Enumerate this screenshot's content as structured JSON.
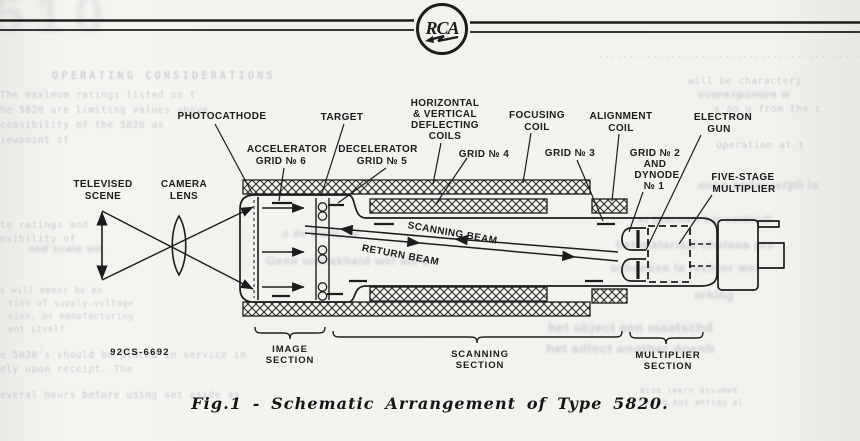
{
  "header": {
    "logo": "RCA"
  },
  "figure": {
    "caption": "Fig.1 - Schematic Arrangement of Type 5820.",
    "drawing_number": "92CS-6692",
    "labels": {
      "televised_scene": [
        "TELEVISED",
        "SCENE"
      ],
      "camera_lens": [
        "CAMERA",
        "LENS"
      ],
      "photocathode": "PHOTOCATHODE",
      "accelerator_grid": [
        "ACCELERATOR",
        "GRID № 6"
      ],
      "target": "TARGET",
      "decelerator_grid": [
        "DECELERATOR",
        "GRID № 5"
      ],
      "deflecting_coils": [
        "HORIZONTAL",
        "& VERTICAL",
        "DEFLECTING",
        "COILS"
      ],
      "grid4": "GRID № 4",
      "focusing_coil": [
        "FOCUSING",
        "COIL"
      ],
      "grid3": "GRID № 3",
      "alignment_coil": [
        "ALIGNMENT",
        "COIL"
      ],
      "grid2_dynode1": [
        "GRID № 2",
        "AND",
        "DYNODE",
        "№ 1"
      ],
      "electron_gun": [
        "ELECTRON",
        "GUN"
      ],
      "five_stage_multiplier": [
        "FIVE-STAGE",
        "MULTIPLIER"
      ],
      "scanning_beam": "SCANNING BEAM",
      "return_beam": "RETURN BEAM"
    },
    "sections": {
      "image": [
        "IMAGE",
        "SECTION"
      ],
      "scanning": [
        "SCANNING",
        "SECTION"
      ],
      "multiplier": [
        "MULTIPLIER",
        "SECTION"
      ]
    }
  },
  "ghost_text": [
    "OPERATING CONSIDERATIONS",
    "The maximum ratings listed on t",
    "he 5820 are limiting values above",
    "ceasibility of the 5820 as",
    "iewpoint of",
    "te ratings and",
    "nsibility of",
    "eed scale wa",
    "o de klant, ee",
    "Geen onvlakheid wel als b",
    "s will never be ex",
    "tion of supply-voltage",
    "sion, or manufacturing",
    "ent itself",
    "e 5820's should be placed in service im",
    "ely upon receipt. The",
    "everal hours before using set aside as",
    "will be characteri",
    "overexposure w",
    "s po g from the c",
    "Operation at t",
    "ance onderverpli la",
    "et thermen kol verbindi",
    "het materiaal chelsea pre",
    "schoeken la rechter wel",
    "orking",
    "het object een maatschd",
    "het adlect another doenb",
    "mine learn assumed",
    "ring bot antiqu al",
    "510"
  ],
  "colors": {
    "paper": "#f2f1ed",
    "ink": "#1c1c1c",
    "ghost": "#a6adbe"
  }
}
